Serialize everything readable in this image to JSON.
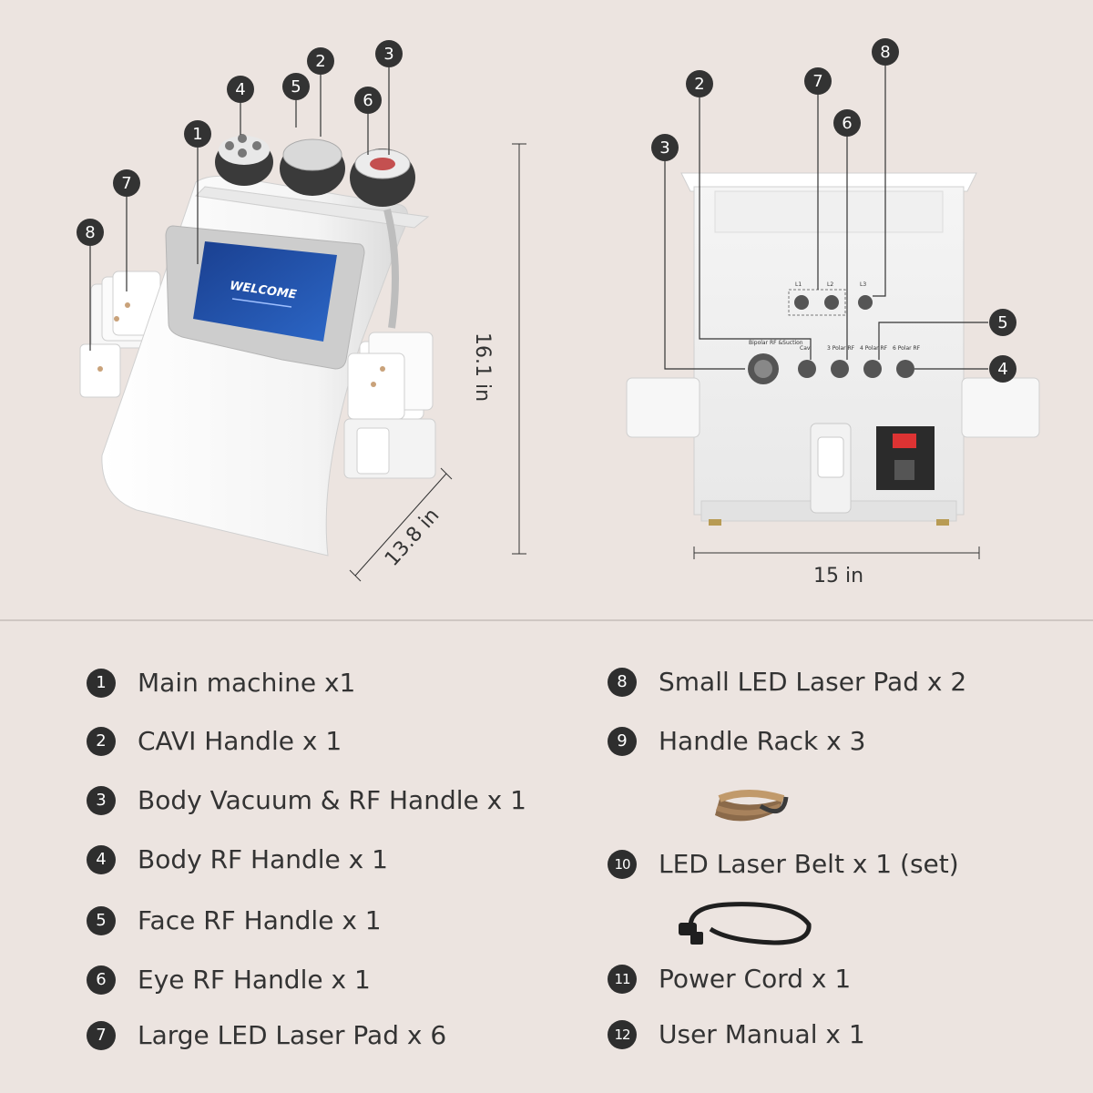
{
  "dimensions": {
    "height": "16.1 in",
    "depth": "13.8 in",
    "width": "15 in"
  },
  "screen": {
    "text": "WELCOME"
  },
  "front_callouts": [
    "1",
    "2",
    "3",
    "4",
    "5",
    "6",
    "7",
    "8"
  ],
  "back_callouts": [
    "2",
    "3",
    "4",
    "5",
    "6",
    "7",
    "8"
  ],
  "back_panel_labels": {
    "l1": "L1",
    "l2": "L2",
    "l3": "L3",
    "bipolar": "Bipolar RF &Suction",
    "cav": "Cav",
    "p3": "3 Polar RF",
    "p4": "4 Polar RF",
    "p6": "6 Polar RF"
  },
  "items": [
    {
      "num": "1",
      "label": "Main machine x1"
    },
    {
      "num": "2",
      "label": "CAVI Handle x 1"
    },
    {
      "num": "3",
      "label": "Body Vacuum & RF Handle x 1"
    },
    {
      "num": "4",
      "label": "Body RF Handle x 1"
    },
    {
      "num": "5",
      "label": "Face RF Handle x 1"
    },
    {
      "num": "6",
      "label": "Eye RF Handle x 1"
    },
    {
      "num": "7",
      "label": "Large LED Laser Pad x 6"
    },
    {
      "num": "8",
      "label": "Small LED Laser Pad x 2"
    },
    {
      "num": "9",
      "label": "Handle Rack x 3"
    },
    {
      "num": "10",
      "label": "LED Laser Belt x 1 (set)"
    },
    {
      "num": "11",
      "label": "Power Cord x 1"
    },
    {
      "num": "12",
      "label": "User Manual x 1"
    }
  ],
  "colors": {
    "background": "#ece4e0",
    "badge": "#333333",
    "screen_blue": "#1f4fa6"
  }
}
